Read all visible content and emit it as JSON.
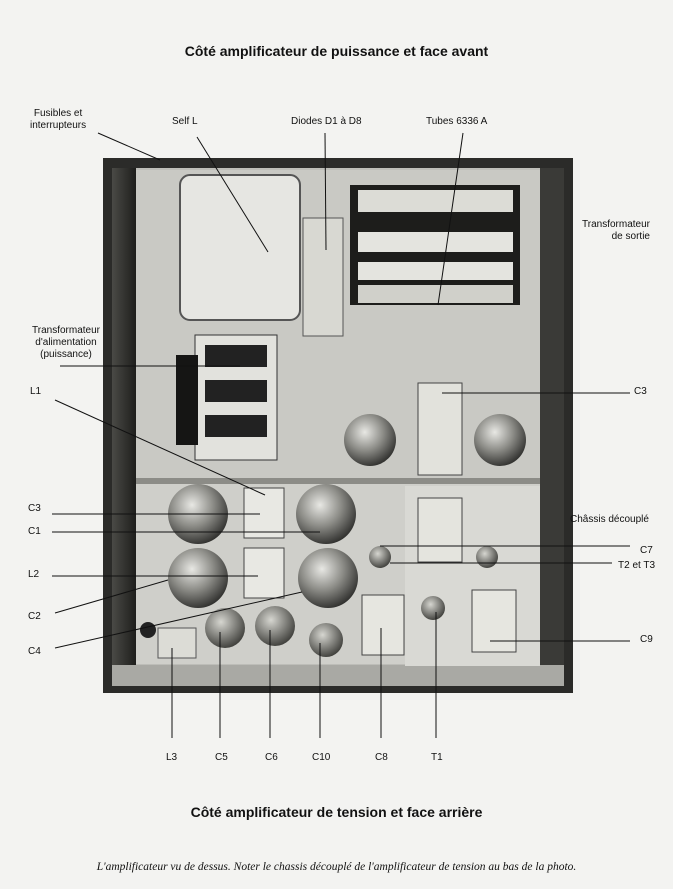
{
  "title_top": "Côté amplificateur de puissance et face avant",
  "title_bottom": "Côté amplificateur de tension et face arrière",
  "caption": "L'amplificateur vu de dessus. Noter le chassis découplé de l'amplificateur de tension au bas de la photo.",
  "labels": {
    "fusibles": "Fusibles et\ninterrupteurs",
    "self_l": "Self L",
    "diodes": "Diodes D1 à D8",
    "tubes": "Tubes 6336 A",
    "transfo_sortie": "Transformateur\nde sortie",
    "transfo_alim": "Transformateur\nd'alimentation\n(puissance)",
    "l1": "L1",
    "c3_right": "C3",
    "c3_left": "C3",
    "c1": "C1",
    "chassis": "Châssis découplé",
    "c7": "C7",
    "l2": "L2",
    "t2t3": "T2 et T3",
    "c2": "C2",
    "c4": "C4",
    "c9": "C9",
    "l3": "L3",
    "c5": "C5",
    "c6": "C6",
    "c10": "C10",
    "c8": "C8",
    "t1": "T1"
  }
}
